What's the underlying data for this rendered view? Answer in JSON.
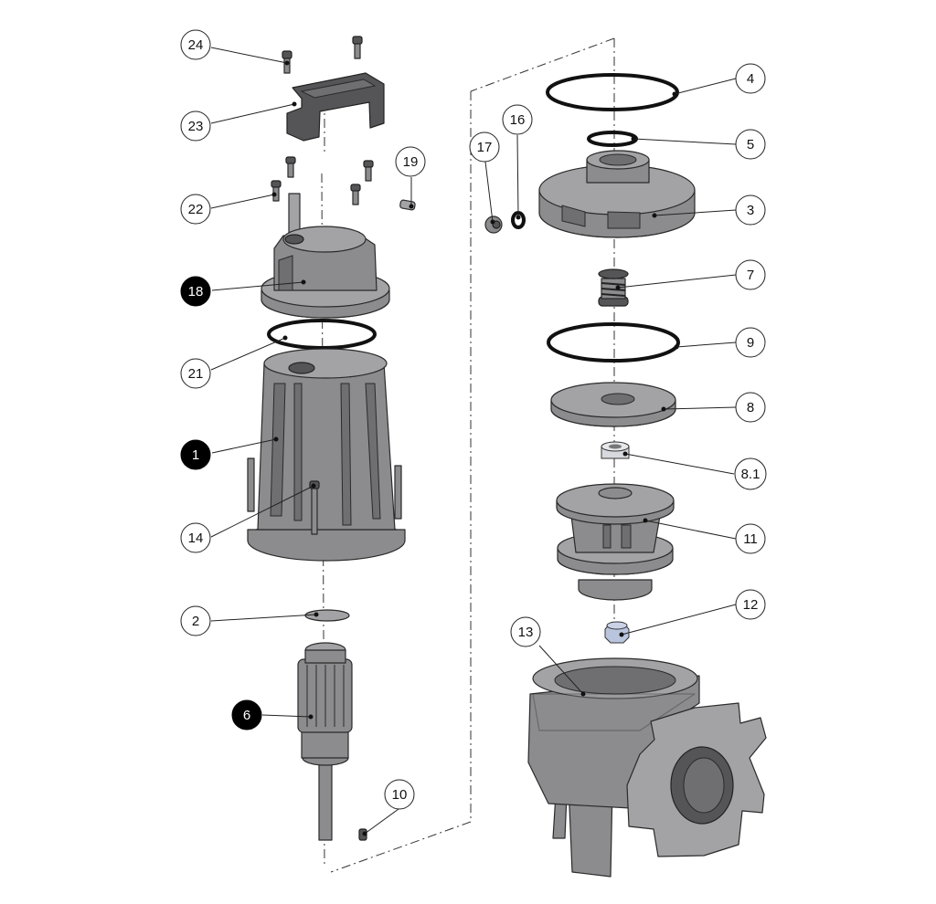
{
  "callouts": [
    {
      "id": "c24",
      "text": "24",
      "style": "outline"
    },
    {
      "id": "c23",
      "text": "23",
      "style": "outline"
    },
    {
      "id": "c22",
      "text": "22",
      "style": "outline"
    },
    {
      "id": "c19",
      "text": "19",
      "style": "outline"
    },
    {
      "id": "c18",
      "text": "18",
      "style": "filled"
    },
    {
      "id": "c21",
      "text": "21",
      "style": "outline"
    },
    {
      "id": "c1",
      "text": "1",
      "style": "filled"
    },
    {
      "id": "c14",
      "text": "14",
      "style": "outline"
    },
    {
      "id": "c2",
      "text": "2",
      "style": "outline"
    },
    {
      "id": "c6",
      "text": "6",
      "style": "filled"
    },
    {
      "id": "c10",
      "text": "10",
      "style": "outline"
    },
    {
      "id": "c17",
      "text": "17",
      "style": "outline"
    },
    {
      "id": "c16",
      "text": "16",
      "style": "outline"
    },
    {
      "id": "c4",
      "text": "4",
      "style": "outline"
    },
    {
      "id": "c5",
      "text": "5",
      "style": "outline"
    },
    {
      "id": "c3",
      "text": "3",
      "style": "outline"
    },
    {
      "id": "c7",
      "text": "7",
      "style": "outline"
    },
    {
      "id": "c9",
      "text": "9",
      "style": "outline"
    },
    {
      "id": "c8",
      "text": "8",
      "style": "outline"
    },
    {
      "id": "c81",
      "text": "8.1",
      "style": "outline"
    },
    {
      "id": "c11",
      "text": "11",
      "style": "outline"
    },
    {
      "id": "c12",
      "text": "12",
      "style": "outline"
    },
    {
      "id": "c13",
      "text": "13",
      "style": "outline"
    }
  ],
  "colors": {
    "part_fill": "#8c8c8e",
    "part_outline": "#2a2a2a",
    "callout_filled": "#000000",
    "callout_outline": "#ffffff",
    "nut_accent": "#b9c4dd"
  }
}
